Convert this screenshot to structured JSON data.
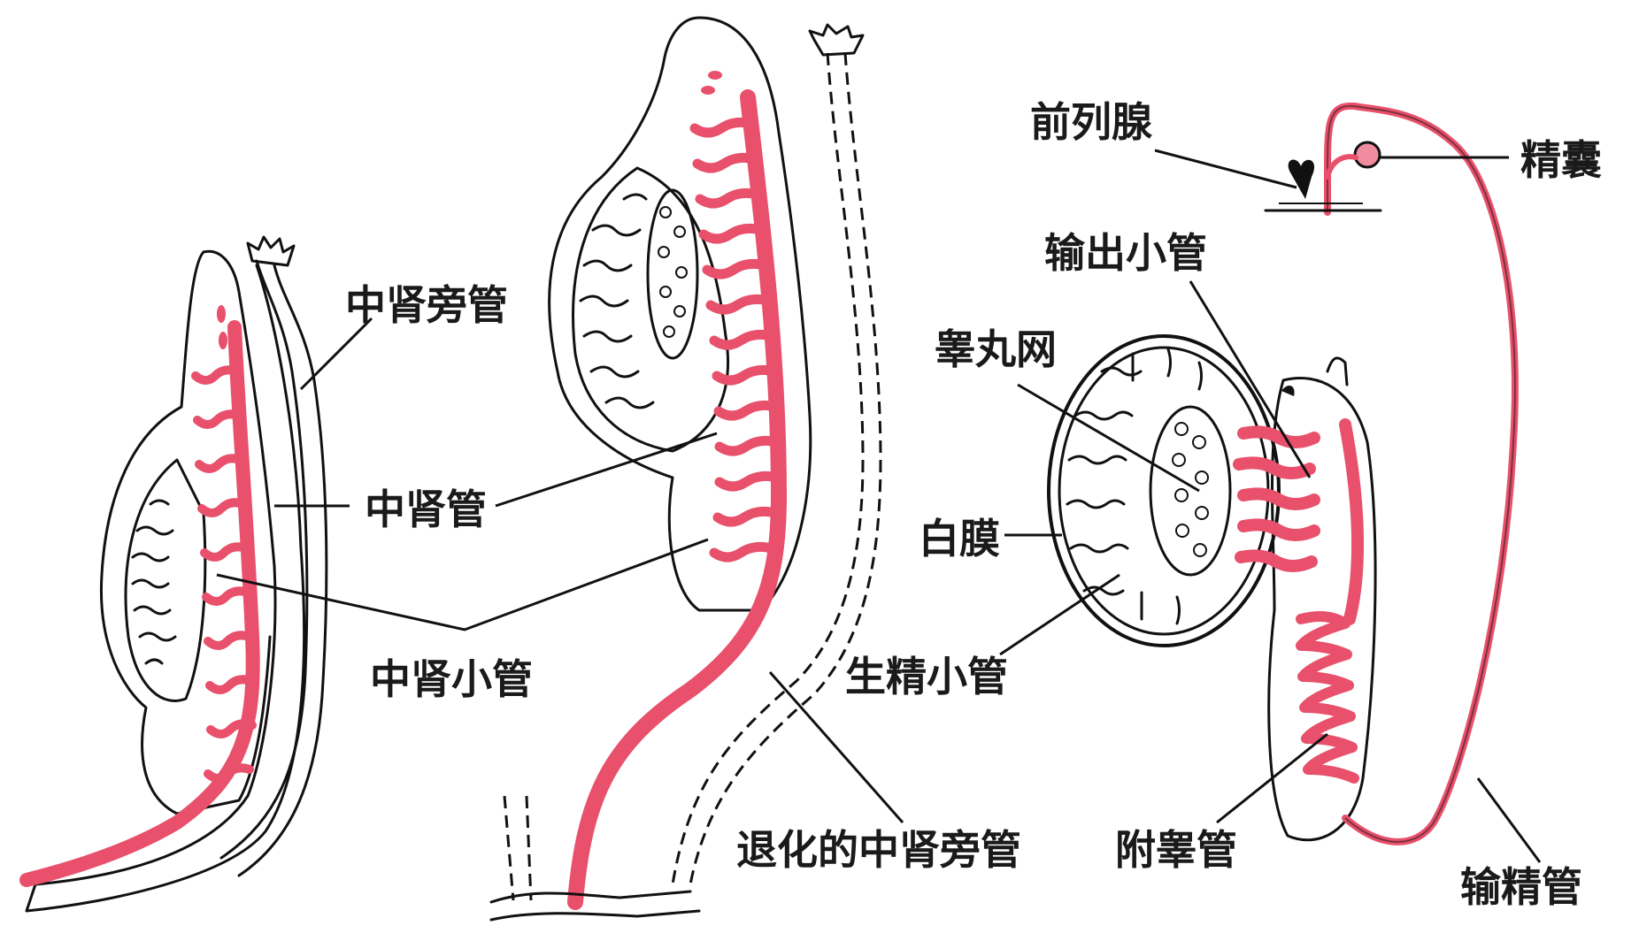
{
  "colors": {
    "duct_red": "#e8506b",
    "duct_red_light": "#f08ca0",
    "outline": "#111111",
    "stipple": "#444444"
  },
  "labels": {
    "paramesonephric_duct": "中肾旁管",
    "mesonephric_duct": "中肾管",
    "mesonephric_tubules": "中肾小管",
    "degenerated_paramesonephric_duct": "退化的中肾旁管",
    "prostate": "前列腺",
    "seminal_vesicle": "精囊",
    "efferent_ductules": "输出小管",
    "rete_testis": "睾丸网",
    "tunica_albuginea": "白膜",
    "seminiferous_tubules": "生精小管",
    "epididymis": "附睾管",
    "vas_deferens": "输精管"
  }
}
